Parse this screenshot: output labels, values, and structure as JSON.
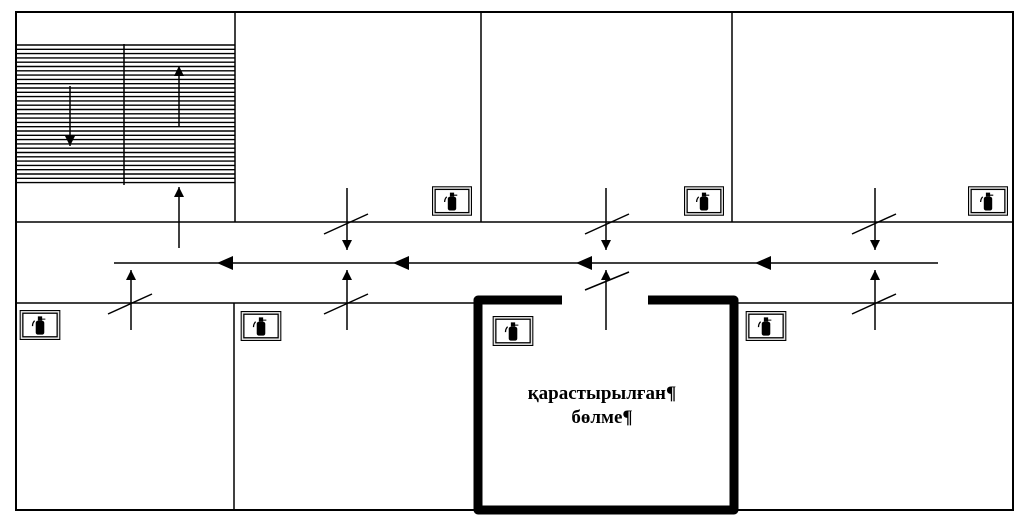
{
  "diagram": {
    "type": "evacuation-floor-plan",
    "icon": "fire-extinguisher-icon",
    "colors": {
      "line": "#000000",
      "background": "#ffffff",
      "icon_fill": "#d6d6d6"
    },
    "room_label": {
      "line1": "қарастырылған¶",
      "line2": "бөлме¶"
    }
  }
}
